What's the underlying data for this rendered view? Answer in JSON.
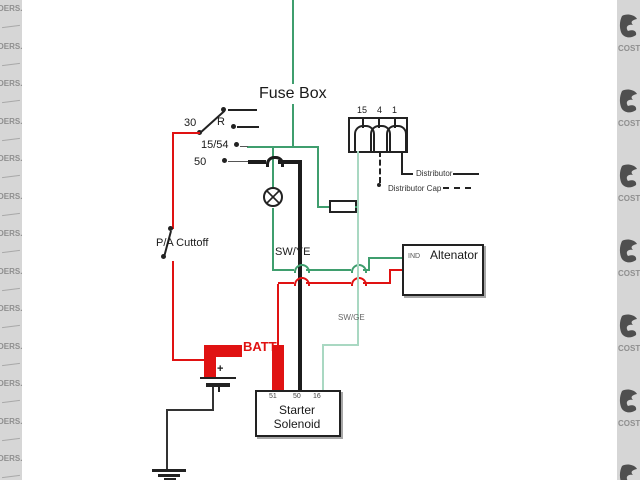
{
  "watermark": {
    "left_text": "DERS.",
    "right_text": "COST"
  },
  "colors": {
    "green": "#3f9e6e",
    "pale_green": "#a9d8c2",
    "red": "#e01212",
    "wire_black": "#1c1c1c"
  },
  "fuse_box": {
    "label": "Fuse Box"
  },
  "ignition_switch": {
    "terminal_30": "30",
    "terminal_r": "R",
    "terminal_15_54": "15/54",
    "terminal_50": "50"
  },
  "pa_cutoff": {
    "label": "P/A Cuttoff"
  },
  "coil": {
    "terminal_15": "15",
    "terminal_4": "4",
    "terminal_1": "1"
  },
  "legend": {
    "distributor": "Distributor",
    "distributor_cap": "Distributor Cap"
  },
  "wire_labels": {
    "sw_ye": "SW/YE",
    "sw_ge": "SW/GE",
    "batt": "BATT"
  },
  "battery": {
    "plus": "+"
  },
  "alternator": {
    "title": "Altenator",
    "ind": "IND"
  },
  "starter_solenoid": {
    "terminal_51": "51",
    "terminal_50": "50",
    "terminal_16": "16",
    "title_line1": "Starter",
    "title_line2": "Solenoid"
  }
}
